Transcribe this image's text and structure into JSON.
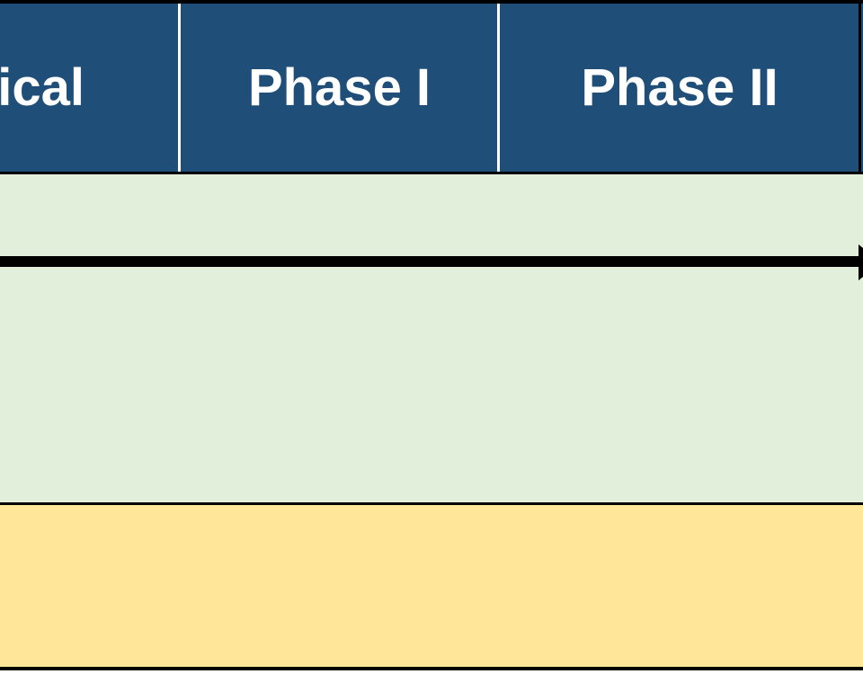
{
  "header": {
    "columns": [
      {
        "label": "ical"
      },
      {
        "label": "Phase I"
      },
      {
        "label": "Phase II"
      },
      {
        "label": ""
      }
    ]
  },
  "colors": {
    "header_background": "#1f4e79",
    "header_text": "#ffffff",
    "green_band": "#e2efda",
    "yellow_band": "#ffe699",
    "arrow": "#000000"
  }
}
